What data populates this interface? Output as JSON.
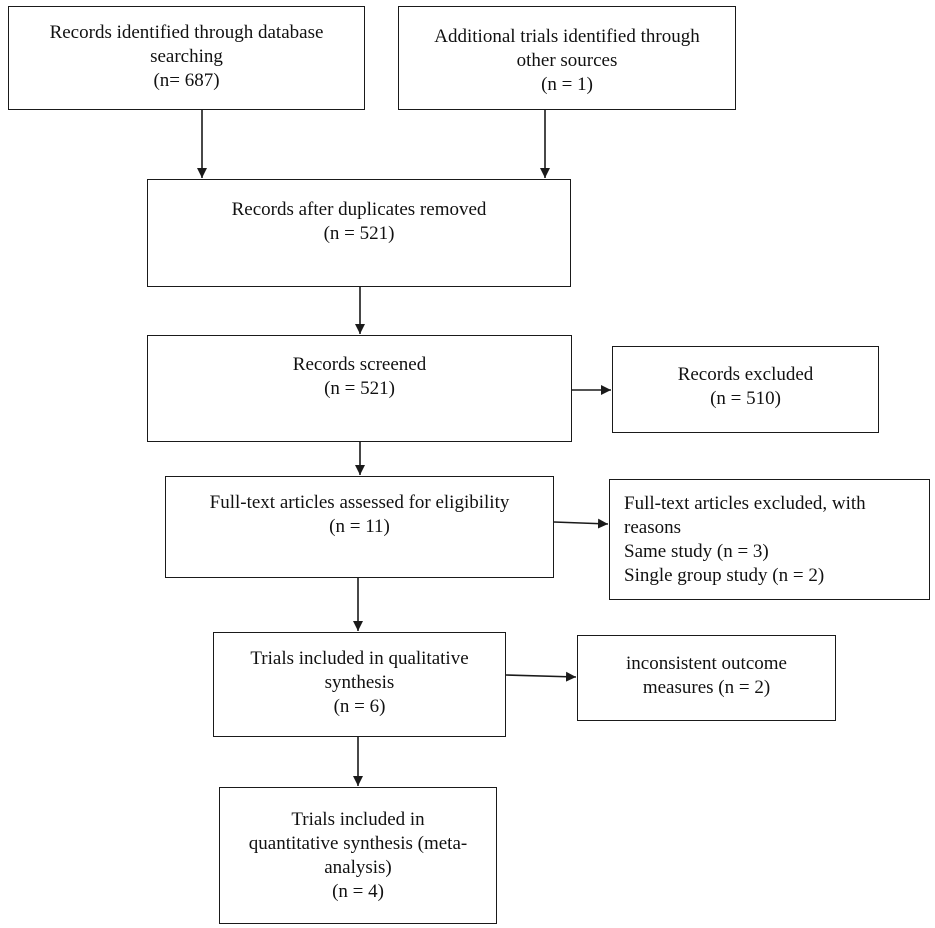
{
  "boxes": {
    "db_search": {
      "lines": [
        "Records identified through database",
        "searching",
        "(n= 687)"
      ]
    },
    "other_sources": {
      "lines": [
        "Additional trials identified through",
        "other sources",
        "(n = 1)"
      ]
    },
    "after_duplicates": {
      "lines": [
        "Records after duplicates removed",
        "(n = 521)"
      ]
    },
    "screened": {
      "lines": [
        "Records screened",
        "(n = 521)"
      ]
    },
    "excluded": {
      "lines": [
        "Records excluded",
        "(n = 510)"
      ]
    },
    "fulltext": {
      "lines": [
        "Full-text articles assessed for eligibility",
        "(n = 11)"
      ]
    },
    "fulltext_excluded": {
      "lines": [
        "Full-text articles excluded, with",
        "reasons",
        "Same study (n = 3)",
        "Single group study (n = 2)"
      ]
    },
    "qualitative": {
      "lines": [
        "Trials included in qualitative",
        "synthesis",
        "(n = 6)"
      ]
    },
    "inconsistent": {
      "lines": [
        "inconsistent outcome",
        "measures (n = 2)"
      ]
    },
    "quantitative": {
      "lines": [
        "Trials included in",
        "quantitative synthesis (meta-",
        "analysis)",
        "(n = 4)"
      ]
    }
  },
  "colors": {
    "line": "#1a1a1a",
    "background": "#ffffff"
  }
}
